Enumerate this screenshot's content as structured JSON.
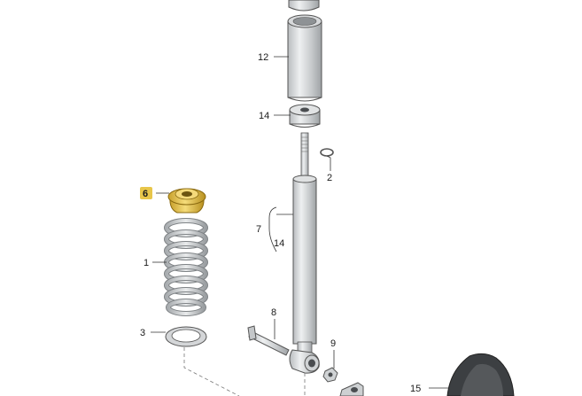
{
  "callouts": {
    "c1": "1",
    "c2": "2",
    "c3": "3",
    "c6": "6",
    "c7": "7",
    "c8": "8",
    "c9": "9",
    "c12": "12",
    "c14a": "14",
    "c14b": "14",
    "c15": "15"
  },
  "highlight": {
    "part": "6",
    "color": "#e8c64a"
  }
}
